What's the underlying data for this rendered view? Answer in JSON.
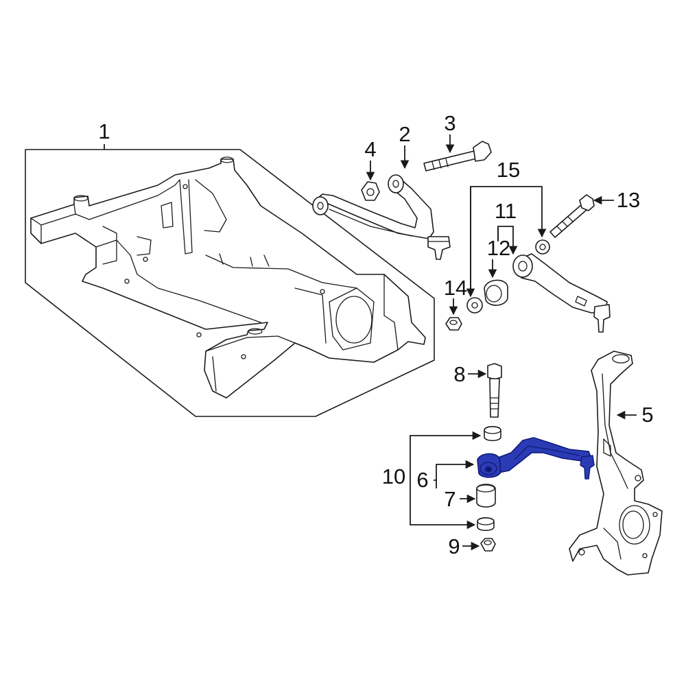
{
  "callouts": [
    {
      "id": "1",
      "label": "1"
    },
    {
      "id": "2",
      "label": "2"
    },
    {
      "id": "3",
      "label": "3"
    },
    {
      "id": "4",
      "label": "4"
    },
    {
      "id": "5",
      "label": "5"
    },
    {
      "id": "6",
      "label": "6"
    },
    {
      "id": "7",
      "label": "7"
    },
    {
      "id": "8",
      "label": "8"
    },
    {
      "id": "9",
      "label": "9"
    },
    {
      "id": "10",
      "label": "10"
    },
    {
      "id": "11",
      "label": "11"
    },
    {
      "id": "12",
      "label": "12"
    },
    {
      "id": "13",
      "label": "13"
    },
    {
      "id": "14",
      "label": "14"
    },
    {
      "id": "15",
      "label": "15"
    }
  ],
  "colors": {
    "line": "#1a1a1a",
    "highlight_fill": "#2b3bb5",
    "highlight_stroke": "#0e1a78",
    "background": "#ffffff"
  },
  "highlighted_part": "6"
}
